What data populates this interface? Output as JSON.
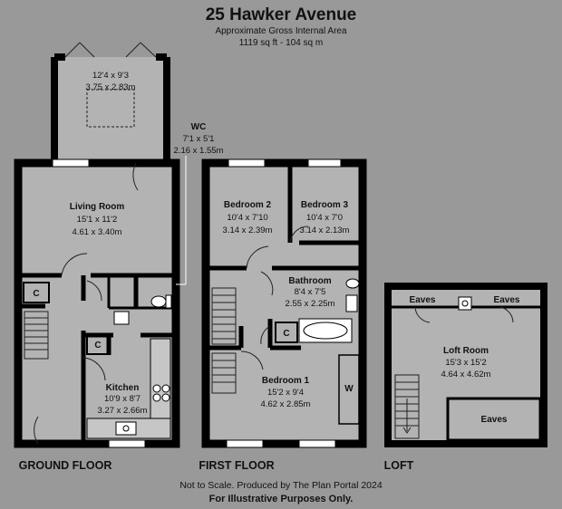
{
  "header": {
    "title": "25 Hawker Avenue",
    "area_label": "Approximate Gross Internal Area",
    "area_value": "1119 sq ft - 104 sq m"
  },
  "rooms": {
    "conservatory": {
      "name": "",
      "dim_imperial": "12'4 x 9'3",
      "dim_metric": "3.75 x 2.83m"
    },
    "wc": {
      "name": "WC",
      "dim_imperial": "7'1 x 5'1",
      "dim_metric": "2.16 x 1.55m"
    },
    "living_room": {
      "name": "Living Room",
      "dim_imperial": "15'1 x 11'2",
      "dim_metric": "4.61 x 3.40m"
    },
    "kitchen": {
      "name": "Kitchen",
      "dim_imperial": "10'9 x 8'7",
      "dim_metric": "3.27 x 2.66m"
    },
    "bedroom_2": {
      "name": "Bedroom 2",
      "dim_imperial": "10'4 x 7'10",
      "dim_metric": "3.14 x 2.39m"
    },
    "bedroom_3": {
      "name": "Bedroom 3",
      "dim_imperial": "10'4 x 7'0",
      "dim_metric": "3.14 x 2.13m"
    },
    "bathroom": {
      "name": "Bathroom",
      "dim_imperial": "8'4 x 7'5",
      "dim_metric": "2.55 x 2.25m"
    },
    "bedroom_1": {
      "name": "Bedroom 1",
      "dim_imperial": "15'2 x 9'4",
      "dim_metric": "4.62 x 2.85m"
    },
    "loft_room": {
      "name": "Loft Room",
      "dim_imperial": "15'3 x 15'2",
      "dim_metric": "4.64 x 4.62m"
    }
  },
  "markers": {
    "cupboard": "C",
    "wardrobe": "W",
    "eaves": "Eaves"
  },
  "floors": {
    "ground": "GROUND FLOOR",
    "first": "FIRST FLOOR",
    "loft": "LOFT"
  },
  "footer": {
    "line1": "Not to Scale. Produced by The Plan Portal 2024",
    "line2": "For Illustrative Purposes Only."
  },
  "colors": {
    "background": "#999999",
    "wall": "#000000",
    "floor_fill": "#b3b3b3",
    "fixture_fill": "#ffffff",
    "text": "#111111"
  }
}
